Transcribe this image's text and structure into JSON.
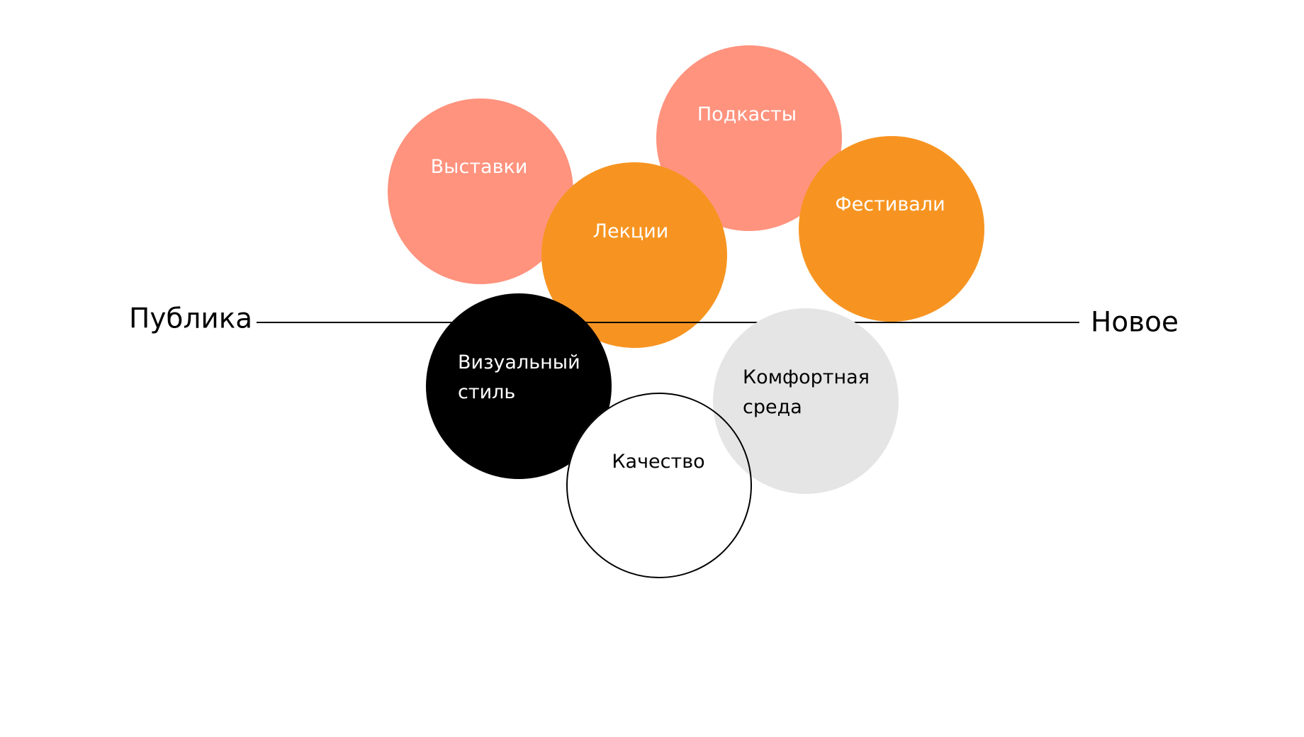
{
  "axis": {
    "left_label": "Публика",
    "right_label": "Новое"
  },
  "colors": {
    "salmon": "#FF937E",
    "orange": "#F79421",
    "black": "#000000",
    "gray": "#E5E5E5"
  },
  "bubbles": {
    "exhibitions": "Выставки",
    "podcasts": "Подкасты",
    "lectures": "Лекции",
    "festivals": "Фестивали",
    "visual_style": [
      "Визуальный",
      "стиль"
    ],
    "comfort": [
      "Комфортная",
      "среда"
    ],
    "quality": "Качество"
  }
}
